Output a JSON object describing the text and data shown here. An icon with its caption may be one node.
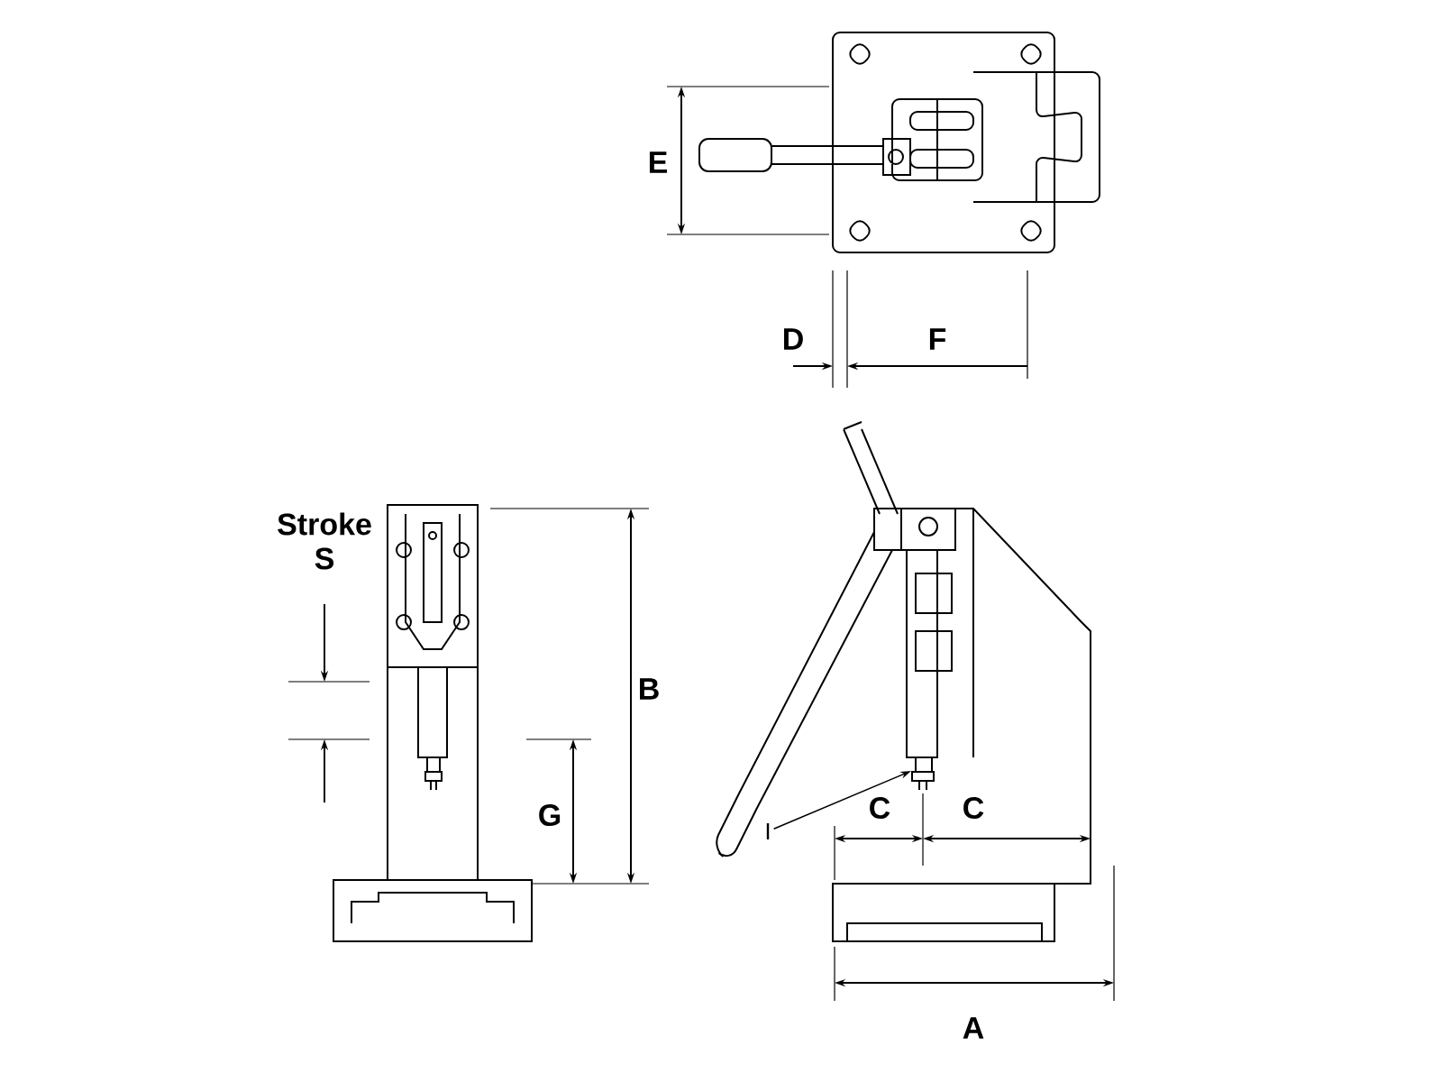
{
  "diagram": {
    "nodes": [
      {
        "text": [
          "I"
        ]
      },
      {
        "text": [],
        "shape": "box"
      }
    ],
    "edges": [
      {
        "from": 0,
        "to": 1,
        "arrow": "to"
      }
    ],
    "labels": [
      "E",
      "D",
      "F",
      "Stroke S",
      "B",
      "G",
      "C",
      "C",
      "A"
    ]
  }
}
